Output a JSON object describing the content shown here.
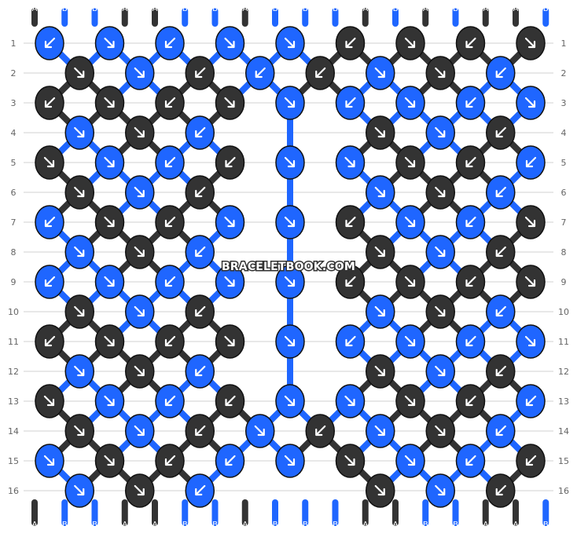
{
  "watermark": "BRACELETBOOK.COM",
  "colors": {
    "A": "#333333",
    "B": "#1f66ff",
    "grid": "#d0d0d0",
    "label": "#666666"
  },
  "row_labels": [
    "1",
    "2",
    "3",
    "4",
    "5",
    "6",
    "7",
    "8",
    "9",
    "10",
    "11",
    "12",
    "13",
    "14",
    "15",
    "16"
  ],
  "top_strings": [
    "A",
    "B",
    "B",
    "A",
    "A",
    "B",
    "B",
    "A",
    "B",
    "B",
    "B",
    "A",
    "B",
    "A",
    "B",
    "A",
    "A",
    "B"
  ],
  "bottom_strings": [
    "A",
    "B",
    "B",
    "A",
    "A",
    "B",
    "B",
    "A",
    "B",
    "B",
    "B",
    "A",
    "A",
    "B",
    "B",
    "A",
    "A",
    "B"
  ],
  "knots": [
    {
      "row": 1,
      "col": 0,
      "c": "B",
      "d": "sw"
    },
    {
      "row": 1,
      "col": 2,
      "c": "B",
      "d": "se"
    },
    {
      "row": 1,
      "col": 4,
      "c": "B",
      "d": "sw"
    },
    {
      "row": 1,
      "col": 6,
      "c": "B",
      "d": "se"
    },
    {
      "row": 1,
      "col": 8,
      "c": "B",
      "d": "se"
    },
    {
      "row": 1,
      "col": 10,
      "c": "A",
      "d": "sw"
    },
    {
      "row": 1,
      "col": 12,
      "c": "A",
      "d": "se"
    },
    {
      "row": 1,
      "col": 14,
      "c": "A",
      "d": "sw"
    },
    {
      "row": 1,
      "col": 16,
      "c": "A",
      "d": "se"
    },
    {
      "row": 2,
      "col": 1,
      "c": "A",
      "d": "se"
    },
    {
      "row": 2,
      "col": 3,
      "c": "B",
      "d": "se"
    },
    {
      "row": 2,
      "col": 5,
      "c": "A",
      "d": "sw"
    },
    {
      "row": 2,
      "col": 7,
      "c": "B",
      "d": "sw"
    },
    {
      "row": 2,
      "col": 9,
      "c": "A",
      "d": "sw"
    },
    {
      "row": 2,
      "col": 11,
      "c": "B",
      "d": "se"
    },
    {
      "row": 2,
      "col": 13,
      "c": "A",
      "d": "se"
    },
    {
      "row": 2,
      "col": 15,
      "c": "B",
      "d": "sw"
    },
    {
      "row": 3,
      "col": 0,
      "c": "A",
      "d": "sw"
    },
    {
      "row": 3,
      "col": 2,
      "c": "A",
      "d": "se"
    },
    {
      "row": 3,
      "col": 4,
      "c": "A",
      "d": "sw"
    },
    {
      "row": 3,
      "col": 6,
      "c": "A",
      "d": "se"
    },
    {
      "row": 3,
      "col": 8,
      "c": "B",
      "d": "se"
    },
    {
      "row": 3,
      "col": 10,
      "c": "B",
      "d": "sw"
    },
    {
      "row": 3,
      "col": 12,
      "c": "B",
      "d": "se"
    },
    {
      "row": 3,
      "col": 14,
      "c": "B",
      "d": "sw"
    },
    {
      "row": 3,
      "col": 16,
      "c": "B",
      "d": "se"
    },
    {
      "row": 4,
      "col": 1,
      "c": "B",
      "d": "se"
    },
    {
      "row": 4,
      "col": 3,
      "c": "A",
      "d": "se"
    },
    {
      "row": 4,
      "col": 5,
      "c": "B",
      "d": "sw"
    },
    {
      "row": 4,
      "col": 11,
      "c": "A",
      "d": "se"
    },
    {
      "row": 4,
      "col": 13,
      "c": "B",
      "d": "se"
    },
    {
      "row": 4,
      "col": 15,
      "c": "A",
      "d": "sw"
    },
    {
      "row": 5,
      "col": 0,
      "c": "A",
      "d": "se"
    },
    {
      "row": 5,
      "col": 2,
      "c": "B",
      "d": "se"
    },
    {
      "row": 5,
      "col": 4,
      "c": "B",
      "d": "sw"
    },
    {
      "row": 5,
      "col": 6,
      "c": "A",
      "d": "sw"
    },
    {
      "row": 5,
      "col": 8,
      "c": "B",
      "d": "se"
    },
    {
      "row": 5,
      "col": 10,
      "c": "B",
      "d": "se"
    },
    {
      "row": 5,
      "col": 12,
      "c": "A",
      "d": "se"
    },
    {
      "row": 5,
      "col": 14,
      "c": "A",
      "d": "sw"
    },
    {
      "row": 5,
      "col": 16,
      "c": "B",
      "d": "sw"
    },
    {
      "row": 6,
      "col": 1,
      "c": "A",
      "d": "se"
    },
    {
      "row": 6,
      "col": 3,
      "c": "B",
      "d": "se"
    },
    {
      "row": 6,
      "col": 5,
      "c": "A",
      "d": "sw"
    },
    {
      "row": 6,
      "col": 11,
      "c": "B",
      "d": "se"
    },
    {
      "row": 6,
      "col": 13,
      "c": "A",
      "d": "se"
    },
    {
      "row": 6,
      "col": 15,
      "c": "B",
      "d": "sw"
    },
    {
      "row": 7,
      "col": 0,
      "c": "B",
      "d": "sw"
    },
    {
      "row": 7,
      "col": 2,
      "c": "A",
      "d": "se"
    },
    {
      "row": 7,
      "col": 4,
      "c": "A",
      "d": "sw"
    },
    {
      "row": 7,
      "col": 6,
      "c": "B",
      "d": "se"
    },
    {
      "row": 7,
      "col": 8,
      "c": "B",
      "d": "se"
    },
    {
      "row": 7,
      "col": 10,
      "c": "A",
      "d": "sw"
    },
    {
      "row": 7,
      "col": 12,
      "c": "B",
      "d": "se"
    },
    {
      "row": 7,
      "col": 14,
      "c": "B",
      "d": "sw"
    },
    {
      "row": 7,
      "col": 16,
      "c": "A",
      "d": "se"
    },
    {
      "row": 8,
      "col": 1,
      "c": "B",
      "d": "se"
    },
    {
      "row": 8,
      "col": 3,
      "c": "A",
      "d": "se"
    },
    {
      "row": 8,
      "col": 5,
      "c": "B",
      "d": "sw"
    },
    {
      "row": 8,
      "col": 11,
      "c": "A",
      "d": "se"
    },
    {
      "row": 8,
      "col": 13,
      "c": "B",
      "d": "se"
    },
    {
      "row": 8,
      "col": 15,
      "c": "A",
      "d": "sw"
    },
    {
      "row": 9,
      "col": 0,
      "c": "B",
      "d": "sw"
    },
    {
      "row": 9,
      "col": 2,
      "c": "B",
      "d": "se"
    },
    {
      "row": 9,
      "col": 4,
      "c": "B",
      "d": "sw"
    },
    {
      "row": 9,
      "col": 6,
      "c": "B",
      "d": "se"
    },
    {
      "row": 9,
      "col": 8,
      "c": "B",
      "d": "se"
    },
    {
      "row": 9,
      "col": 10,
      "c": "A",
      "d": "sw"
    },
    {
      "row": 9,
      "col": 12,
      "c": "A",
      "d": "se"
    },
    {
      "row": 9,
      "col": 14,
      "c": "A",
      "d": "sw"
    },
    {
      "row": 9,
      "col": 16,
      "c": "A",
      "d": "se"
    },
    {
      "row": 10,
      "col": 1,
      "c": "A",
      "d": "se"
    },
    {
      "row": 10,
      "col": 3,
      "c": "B",
      "d": "se"
    },
    {
      "row": 10,
      "col": 5,
      "c": "A",
      "d": "sw"
    },
    {
      "row": 10,
      "col": 11,
      "c": "B",
      "d": "se"
    },
    {
      "row": 10,
      "col": 13,
      "c": "A",
      "d": "se"
    },
    {
      "row": 10,
      "col": 15,
      "c": "B",
      "d": "sw"
    },
    {
      "row": 11,
      "col": 0,
      "c": "A",
      "d": "sw"
    },
    {
      "row": 11,
      "col": 2,
      "c": "A",
      "d": "se"
    },
    {
      "row": 11,
      "col": 4,
      "c": "A",
      "d": "sw"
    },
    {
      "row": 11,
      "col": 6,
      "c": "A",
      "d": "se"
    },
    {
      "row": 11,
      "col": 8,
      "c": "B",
      "d": "se"
    },
    {
      "row": 11,
      "col": 10,
      "c": "B",
      "d": "sw"
    },
    {
      "row": 11,
      "col": 12,
      "c": "B",
      "d": "se"
    },
    {
      "row": 11,
      "col": 14,
      "c": "B",
      "d": "sw"
    },
    {
      "row": 11,
      "col": 16,
      "c": "B",
      "d": "se"
    },
    {
      "row": 12,
      "col": 1,
      "c": "B",
      "d": "se"
    },
    {
      "row": 12,
      "col": 3,
      "c": "A",
      "d": "se"
    },
    {
      "row": 12,
      "col": 5,
      "c": "B",
      "d": "sw"
    },
    {
      "row": 12,
      "col": 11,
      "c": "A",
      "d": "se"
    },
    {
      "row": 12,
      "col": 13,
      "c": "B",
      "d": "se"
    },
    {
      "row": 12,
      "col": 15,
      "c": "A",
      "d": "sw"
    },
    {
      "row": 13,
      "col": 0,
      "c": "A",
      "d": "se"
    },
    {
      "row": 13,
      "col": 2,
      "c": "B",
      "d": "se"
    },
    {
      "row": 13,
      "col": 4,
      "c": "B",
      "d": "sw"
    },
    {
      "row": 13,
      "col": 6,
      "c": "A",
      "d": "sw"
    },
    {
      "row": 13,
      "col": 8,
      "c": "B",
      "d": "se"
    },
    {
      "row": 13,
      "col": 10,
      "c": "B",
      "d": "se"
    },
    {
      "row": 13,
      "col": 12,
      "c": "A",
      "d": "se"
    },
    {
      "row": 13,
      "col": 14,
      "c": "A",
      "d": "sw"
    },
    {
      "row": 13,
      "col": 16,
      "c": "B",
      "d": "sw"
    },
    {
      "row": 14,
      "col": 1,
      "c": "A",
      "d": "se"
    },
    {
      "row": 14,
      "col": 3,
      "c": "B",
      "d": "se"
    },
    {
      "row": 14,
      "col": 5,
      "c": "A",
      "d": "sw"
    },
    {
      "row": 14,
      "col": 7,
      "c": "B",
      "d": "se"
    },
    {
      "row": 14,
      "col": 9,
      "c": "A",
      "d": "sw"
    },
    {
      "row": 14,
      "col": 11,
      "c": "B",
      "d": "se"
    },
    {
      "row": 14,
      "col": 13,
      "c": "A",
      "d": "se"
    },
    {
      "row": 14,
      "col": 15,
      "c": "B",
      "d": "sw"
    },
    {
      "row": 15,
      "col": 0,
      "c": "B",
      "d": "se"
    },
    {
      "row": 15,
      "col": 2,
      "c": "A",
      "d": "se"
    },
    {
      "row": 15,
      "col": 4,
      "c": "A",
      "d": "sw"
    },
    {
      "row": 15,
      "col": 6,
      "c": "B",
      "d": "sw"
    },
    {
      "row": 15,
      "col": 8,
      "c": "B",
      "d": "se"
    },
    {
      "row": 15,
      "col": 10,
      "c": "A",
      "d": "se"
    },
    {
      "row": 15,
      "col": 12,
      "c": "B",
      "d": "se"
    },
    {
      "row": 15,
      "col": 14,
      "c": "B",
      "d": "sw"
    },
    {
      "row": 15,
      "col": 16,
      "c": "A",
      "d": "sw"
    },
    {
      "row": 16,
      "col": 1,
      "c": "B",
      "d": "se"
    },
    {
      "row": 16,
      "col": 3,
      "c": "A",
      "d": "se"
    },
    {
      "row": 16,
      "col": 5,
      "c": "B",
      "d": "sw"
    },
    {
      "row": 16,
      "col": 11,
      "c": "A",
      "d": "se"
    },
    {
      "row": 16,
      "col": 13,
      "c": "B",
      "d": "se"
    },
    {
      "row": 16,
      "col": 15,
      "c": "A",
      "d": "sw"
    }
  ]
}
